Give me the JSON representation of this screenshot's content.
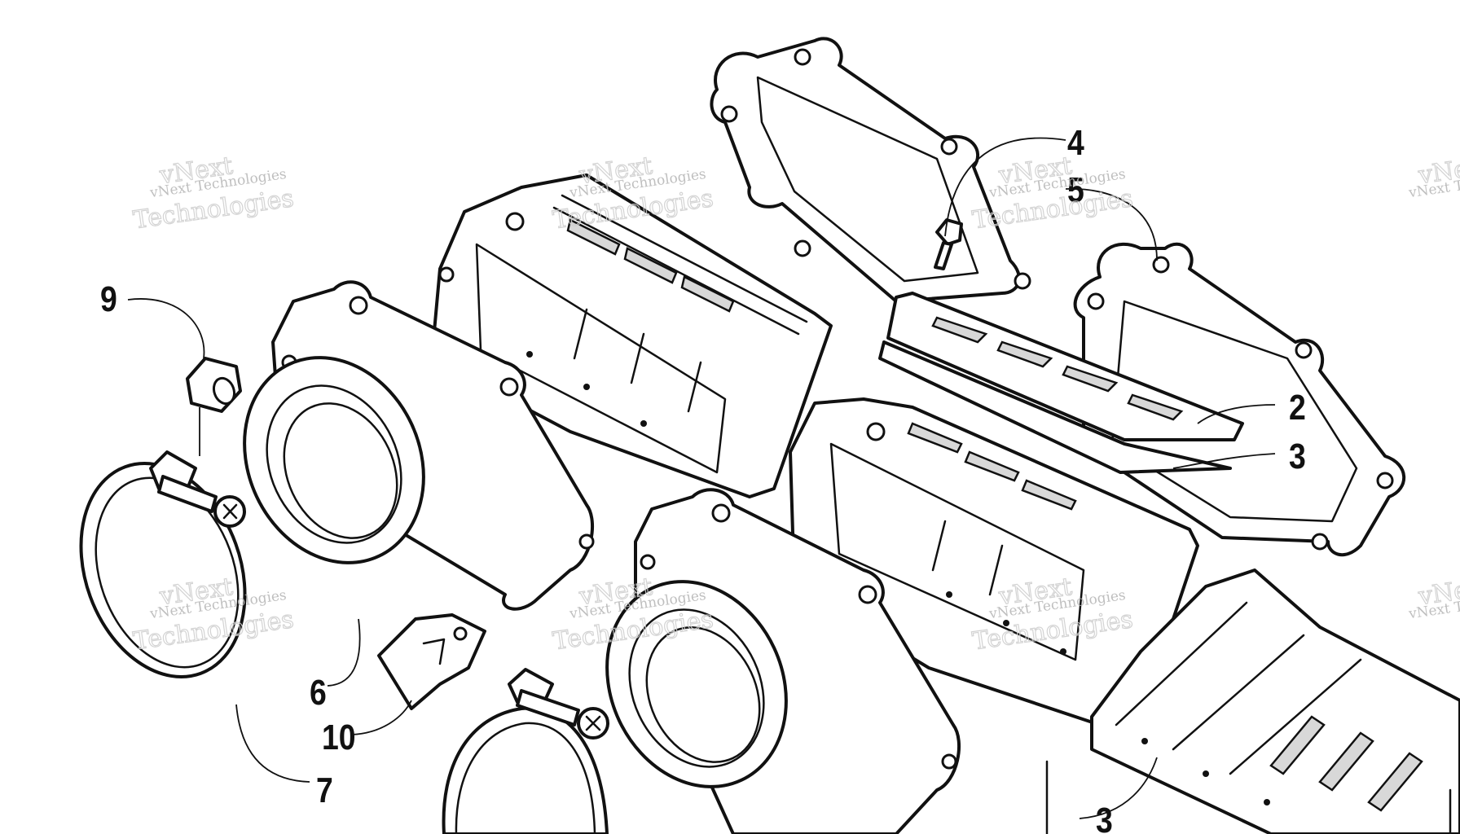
{
  "diagram": {
    "callouts": [
      "2",
      "3",
      "4",
      "5",
      "6",
      "7",
      "9",
      "10",
      "3"
    ],
    "watermark": {
      "line_small": "vNext Technologies",
      "line_large_1": "vNext",
      "line_large_2": "Technologies"
    }
  }
}
